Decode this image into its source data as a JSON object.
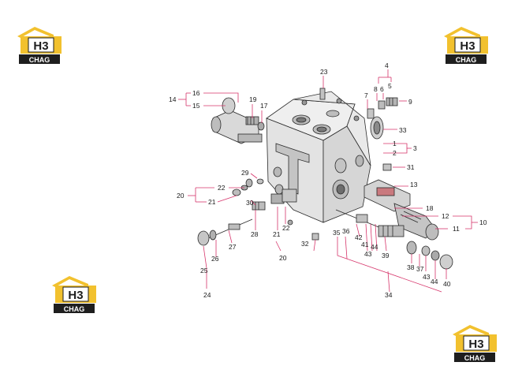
{
  "brand": {
    "logo_mark": "H3",
    "logo_word": "CHAG",
    "accent_color": "#f2c12e",
    "ink_color": "#1e1e1e"
  },
  "callouts": [
    "1",
    "2",
    "3",
    "4",
    "5",
    "6",
    "7",
    "8",
    "9",
    "10",
    "11",
    "12",
    "13",
    "14",
    "15",
    "16",
    "17",
    "18",
    "19",
    "20",
    "20",
    "20",
    "21",
    "21",
    "22",
    "22",
    "23",
    "24",
    "25",
    "26",
    "27",
    "28",
    "29",
    "30",
    "31",
    "32",
    "33",
    "34",
    "35",
    "36",
    "37",
    "38",
    "39",
    "40",
    "41",
    "42",
    "43",
    "43",
    "44",
    "44"
  ]
}
